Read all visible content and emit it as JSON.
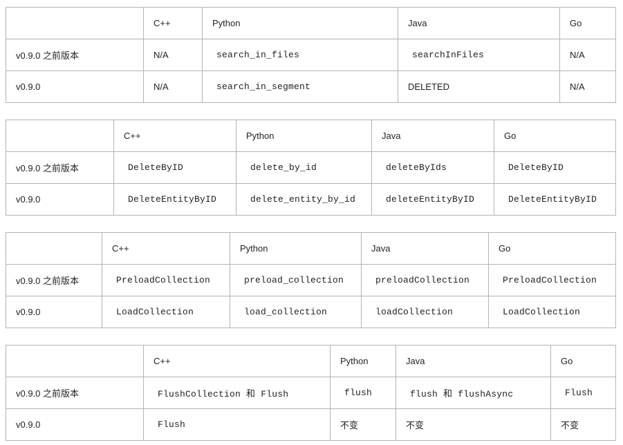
{
  "colors": {
    "background": "#ffffff",
    "border": "#b3b3b3",
    "text": "#1f1f1f"
  },
  "tables": [
    {
      "name": "search-methods",
      "columns": [
        "",
        "C++",
        "Python",
        "Java",
        "Go"
      ],
      "rows": [
        {
          "label": "v0.9.0 之前版本",
          "cells": [
            "N/A",
            "search_in_files",
            "searchInFiles",
            "N/A"
          ]
        },
        {
          "label": "v0.9.0",
          "cells": [
            "N/A",
            "search_in_segment",
            "DELETED",
            "N/A"
          ]
        }
      ]
    },
    {
      "name": "delete-methods",
      "columns": [
        "",
        "C++",
        "Python",
        "Java",
        "Go"
      ],
      "rows": [
        {
          "label": "v0.9.0 之前版本",
          "cells": [
            "DeleteByID",
            "delete_by_id",
            "deleteByIds",
            "DeleteByID"
          ]
        },
        {
          "label": "v0.9.0",
          "cells": [
            "DeleteEntityByID",
            "delete_entity_by_id",
            "deleteEntityByID",
            "DeleteEntityByID"
          ]
        }
      ]
    },
    {
      "name": "load-methods",
      "columns": [
        "",
        "C++",
        "Python",
        "Java",
        "Go"
      ],
      "rows": [
        {
          "label": "v0.9.0 之前版本",
          "cells": [
            "PreloadCollection",
            "preload_collection",
            "preloadCollection",
            "PreloadCollection"
          ]
        },
        {
          "label": "v0.9.0",
          "cells": [
            "LoadCollection",
            "load_collection",
            "loadCollection",
            "LoadCollection"
          ]
        }
      ]
    },
    {
      "name": "flush-methods",
      "columns": [
        "",
        "C++",
        "Python",
        "Java",
        "Go"
      ],
      "rows": [
        {
          "label": "v0.9.0 之前版本",
          "cells": [
            "FlushCollection 和 Flush",
            "flush",
            "flush 和 flushAsync",
            "Flush"
          ]
        },
        {
          "label": "v0.9.0",
          "cells": [
            "Flush",
            "不变",
            "不变",
            "不变"
          ]
        }
      ]
    }
  ]
}
